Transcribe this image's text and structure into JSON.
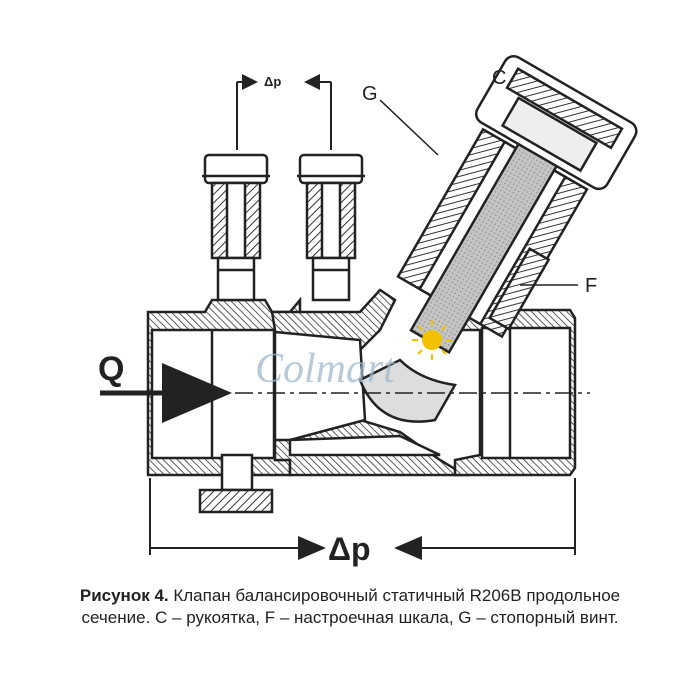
{
  "diagram": {
    "labels": {
      "flow": "Q",
      "pressure_main": "Δp",
      "pressure_top": "Δp",
      "handle": "C",
      "scale": "F",
      "screw": "G"
    },
    "watermark": "Colmart"
  },
  "caption": {
    "lead": "Рисунок 4.",
    "line1": " Клапан балансировочный статичный R206B продольное",
    "line2": "сечение. C – рукоятка, F – настроечная шкала, G – стопорный винт."
  },
  "colors": {
    "stroke": "#222222",
    "body_fill": "#ffffff",
    "hatch": "#333333",
    "stem_fill": "#b0b0b0",
    "watermark": "#9fb8cc",
    "sun": "#f2c200"
  },
  "icons": [
    "sun-icon",
    "flow-arrow-icon"
  ]
}
